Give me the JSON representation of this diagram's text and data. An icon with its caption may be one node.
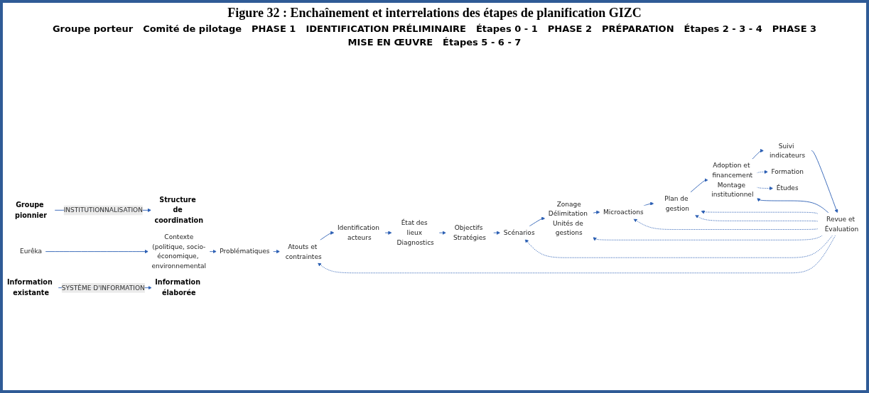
{
  "diagram": {
    "title": "Figure 32 : Enchaînement et interrelations des étapes de planification GIZC",
    "nodes": [
      {
        "text": [
          "Groupe pionnier"
        ]
      },
      {
        "text": [
          "Structure de coordination"
        ]
      },
      {
        "text": [
          "Eurêka"
        ]
      },
      {
        "text": [
          "Identification acteurs"
        ]
      },
      {
        "text": [
          "Contexte",
          "(politique, socio-économique, environnemental"
        ]
      },
      {
        "text": [
          "Problématiques"
        ]
      },
      {
        "text": [
          "Atouts et contraintes"
        ]
      },
      {
        "text": [
          "Plan de gestion"
        ]
      },
      {
        "text": [
          "Microactions"
        ]
      },
      {
        "text": [
          "Zonage",
          "Délimitation Unités de gestions"
        ]
      },
      {
        "text": [
          "Scénarios"
        ]
      },
      {
        "text": [
          "Objectifs Stratégies"
        ]
      },
      {
        "text": [
          "État des lieux Diagnostics"
        ]
      },
      {
        "text": [
          "Adoption et financement",
          "Montage institutionnel"
        ]
      },
      {
        "text": [
          "Formation"
        ]
      },
      {
        "text": [
          "Études"
        ]
      },
      {
        "text": [
          "Suivi indicateurs"
        ]
      },
      {
        "text": [
          "Revue et Évaluation"
        ]
      },
      {
        "text": [
          "Information existante"
        ]
      },
      {
        "text": [
          "Information élaborée"
        ]
      }
    ],
    "edges": [
      {
        "from": 0,
        "to": 1,
        "arrow": "to",
        "label": "INSTITUTIONNALISATION"
      },
      {
        "from": 2,
        "to": 4,
        "arrow": "to"
      },
      {
        "from": 4,
        "to": 5,
        "arrow": "to"
      },
      {
        "from": 5,
        "to": 6,
        "arrow": "to"
      },
      {
        "from": 6,
        "to": 3,
        "arrow": "to"
      },
      {
        "from": 3,
        "to": 12,
        "arrow": "to"
      },
      {
        "from": 12,
        "to": 11,
        "arrow": "to"
      },
      {
        "from": 11,
        "to": 10,
        "arrow": "to"
      },
      {
        "from": 10,
        "to": 9,
        "arrow": "to"
      },
      {
        "from": 9,
        "to": 8,
        "arrow": "to"
      },
      {
        "from": 8,
        "to": 7,
        "arrow": "to"
      },
      {
        "from": 7,
        "to": 13,
        "arrow": "to"
      },
      {
        "from": 13,
        "to": 16,
        "arrow": "to"
      },
      {
        "from": 16,
        "to": 17,
        "arrow": "to"
      },
      {
        "from": 17,
        "to": 13,
        "arrow": "to"
      },
      {
        "from": 13,
        "to": 14,
        "arrow": "to",
        "style": "dashed"
      },
      {
        "from": 13,
        "to": 15,
        "arrow": "to",
        "style": "dashed"
      },
      {
        "from": 17,
        "to": 10,
        "arrow": "to",
        "style": "dashed"
      },
      {
        "from": 17,
        "to": 9,
        "arrow": "to",
        "style": "dashed"
      },
      {
        "from": 17,
        "to": 8,
        "arrow": "to",
        "style": "dashed"
      },
      {
        "from": 17,
        "to": 7,
        "arrow": "to",
        "style": "dashed"
      },
      {
        "from": 17,
        "to": 7,
        "arrow": "to",
        "style": "dashed"
      },
      {
        "from": 17,
        "to": 6,
        "arrow": "to",
        "style": "dashed"
      },
      {
        "from": 18,
        "to": 19,
        "arrow": "to",
        "label": "SYSTÈME D'INFORMATION"
      }
    ],
    "labels": [
      "Groupe porteur",
      "Comité de pilotage",
      "PHASE 1",
      "IDENTIFICATION PRÉLIMINAIRE",
      "Étapes 0 - 1",
      "PHASE 2",
      "PRÉPARATION",
      "Étapes 2 - 3 - 4",
      "PHASE 3",
      "MISE EN ŒUVRE",
      "Étapes 5 - 6 - 7"
    ]
  }
}
